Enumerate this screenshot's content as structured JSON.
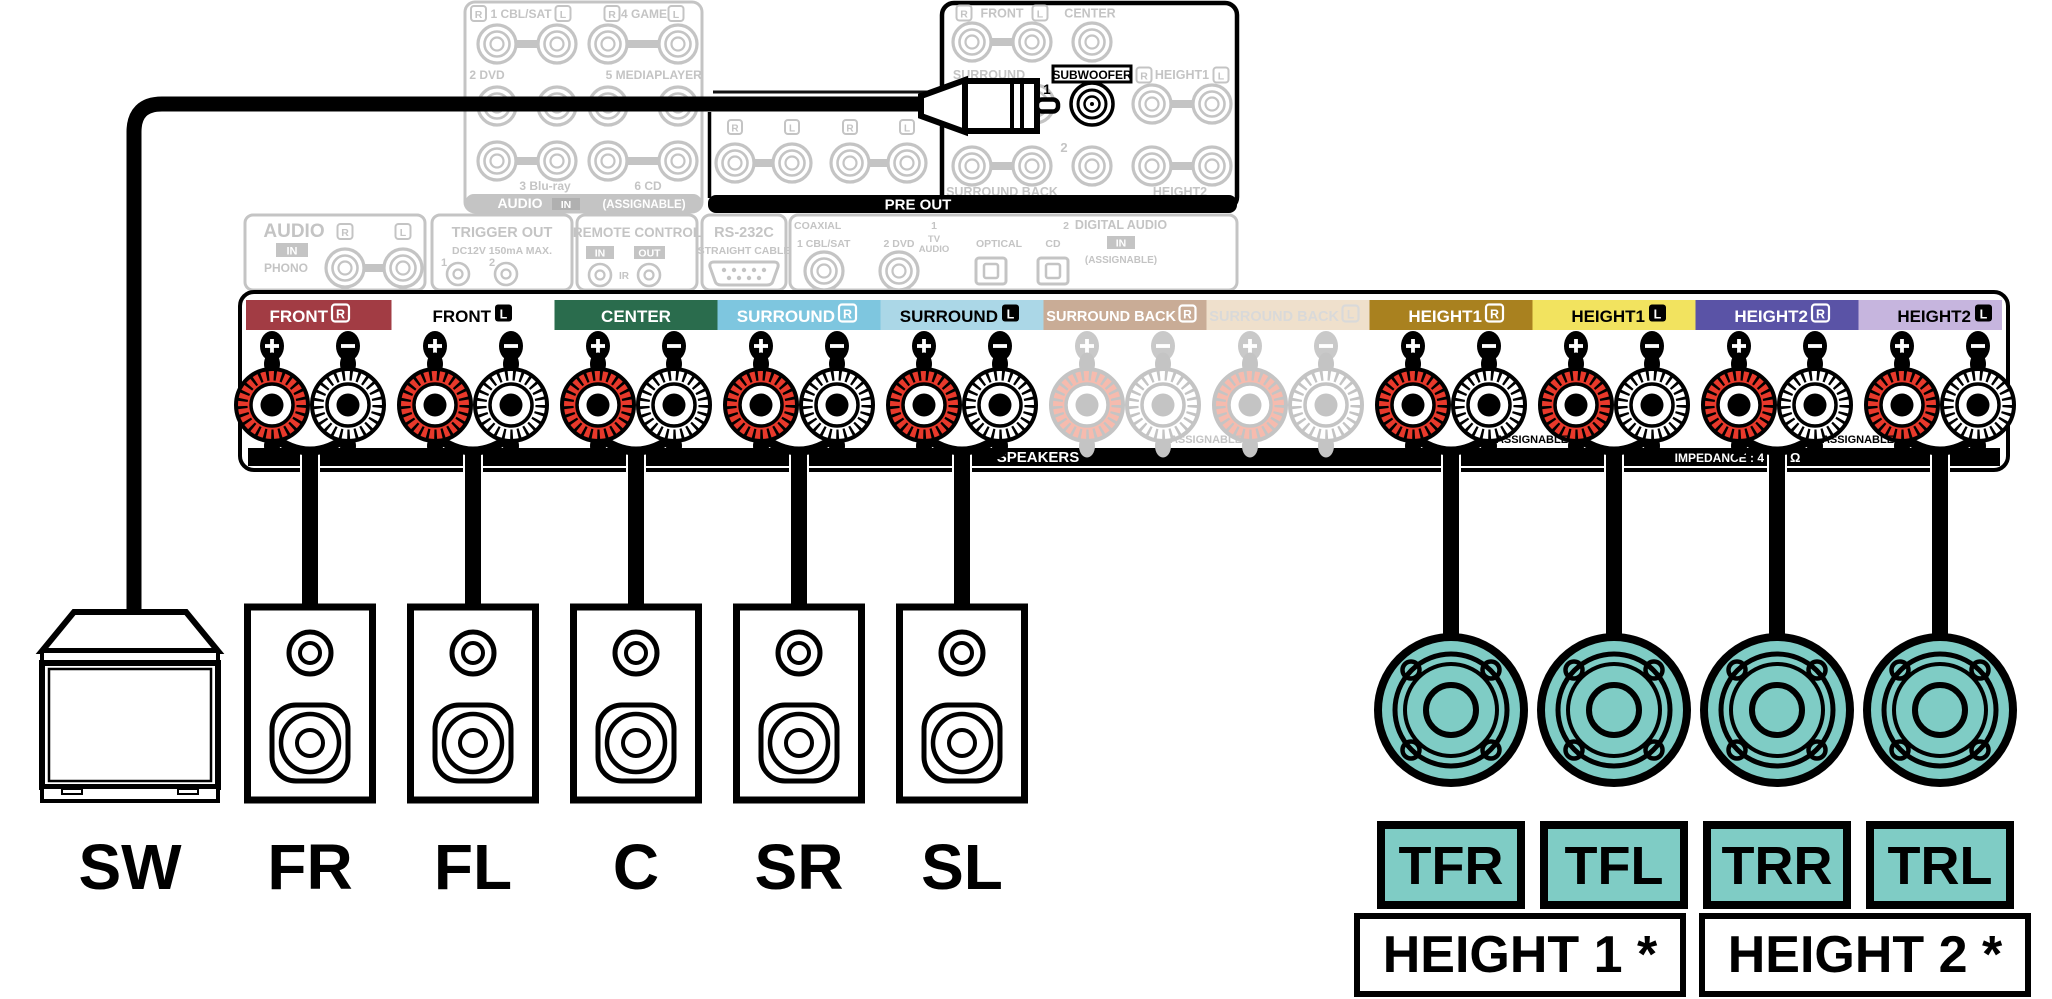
{
  "colors": {
    "faded": "#C4C4C4",
    "active": "#000000",
    "terminal_red": "#E8392B",
    "terminal_red_faded": "#F6BBAE",
    "speaker_teal": "#7FCCC5"
  },
  "rear_inputs": {
    "cbl_sat": {
      "badge_l": "R",
      "text": "1 CBL/SAT",
      "badge_r": "L"
    },
    "game": {
      "badge_l": "R",
      "text": "4 GAME",
      "badge_r": "L"
    },
    "dvd": "2 DVD",
    "media": "5 MEDIA",
    "player": "PLAYER",
    "bluray": "3 Blu-ray",
    "cd": "6 CD",
    "bar": {
      "audio": "AUDIO",
      "in": "IN",
      "assignable": "(ASSIGNABLE)"
    }
  },
  "pre_out": {
    "bar": "PRE OUT",
    "rl": [
      "R",
      "L",
      "R",
      "L"
    ],
    "front": {
      "badge_l": "R",
      "text": "FRONT",
      "badge_r": "L"
    },
    "center": "CENTER",
    "surround": "SURROUND",
    "subwoofer": {
      "label": "SUBWOOFER",
      "number": "1"
    },
    "height1": {
      "badge_l": "R",
      "text": "HEIGHT1",
      "badge_r": "L"
    },
    "number2": "2",
    "surround_back": "SURROUND BACK",
    "height2": "HEIGHT2"
  },
  "io_panels": {
    "audio_in": {
      "title": "AUDIO",
      "badge": "IN",
      "r": "R",
      "l": "L",
      "phono": "PHONO"
    },
    "trigger_out": {
      "title": "TRIGGER OUT",
      "spec": "DC12V 150mA MAX.",
      "n1": "1",
      "n2": "2"
    },
    "remote_control": {
      "title": "REMOTE CONTROL",
      "in": "IN",
      "out": "OUT",
      "ir": "IR"
    },
    "rs232c": {
      "title": "RS-232C",
      "subtitle": "STRAIGHT CABLE"
    },
    "digital_audio": {
      "coaxial": "COAXIAL",
      "coax1": "1 CBL/SAT",
      "coax2": "2 DVD",
      "n1": "1",
      "tv": "TV",
      "tv_audio": "AUDIO",
      "optical": "OPTICAL",
      "cd": "CD",
      "n2": "2",
      "title": "DIGITAL AUDIO",
      "badge": "IN",
      "assignable": "(ASSIGNABLE)"
    }
  },
  "speaker_terminals": {
    "labels": [
      {
        "text": "FRONT",
        "badge": "R",
        "bg": "#A23C44",
        "fg": "#FFFFFF"
      },
      {
        "text": "FRONT",
        "badge": "L",
        "bg": "#FFFFFF",
        "fg": "#000000"
      },
      {
        "text": "CENTER",
        "badge": "",
        "bg": "#2A6C4D",
        "fg": "#FFFFFF"
      },
      {
        "text": "SURROUND",
        "badge": "R",
        "bg": "#7EC6DF",
        "fg": "#FFFFFF"
      },
      {
        "text": "SURROUND",
        "badge": "L",
        "bg": "#ABD7E7",
        "fg": "#000000"
      },
      {
        "text": "SURROUND BACK",
        "badge": "R",
        "bg": "#C9AC96",
        "fg": "#FFFFFF"
      },
      {
        "text": "SURROUND BACK",
        "badge": "L",
        "bg": "#EFE0CC",
        "fg": "#D9D9D9"
      },
      {
        "text": "HEIGHT1",
        "badge": "R",
        "bg": "#A9811F",
        "fg": "#FFFFFF"
      },
      {
        "text": "HEIGHT1",
        "badge": "L",
        "bg": "#F2E35F",
        "fg": "#000000"
      },
      {
        "text": "HEIGHT2",
        "badge": "R",
        "bg": "#5A53A6",
        "fg": "#FFFFFF"
      },
      {
        "text": "HEIGHT2",
        "badge": "L",
        "bg": "#C6B5DE",
        "fg": "#000000"
      }
    ],
    "speakers_bar": "SPEAKERS",
    "impedance_left": "IMPEDANCE : 4",
    "impedance_right": "Ω",
    "assignable_sb": "ASSIGNABLE",
    "assignable_h1": "ASSIGNABLE",
    "assignable_h2": "ASSIGNABLE"
  },
  "speakers": {
    "sw": "SW",
    "fr": "FR",
    "fl": "FL",
    "c": "C",
    "sr": "SR",
    "sl": "SL",
    "tfr": "TFR",
    "tfl": "TFL",
    "trr": "TRR",
    "trl": "TRL",
    "height1_group": "HEIGHT 1 *",
    "height2_group": "HEIGHT 2 *"
  }
}
